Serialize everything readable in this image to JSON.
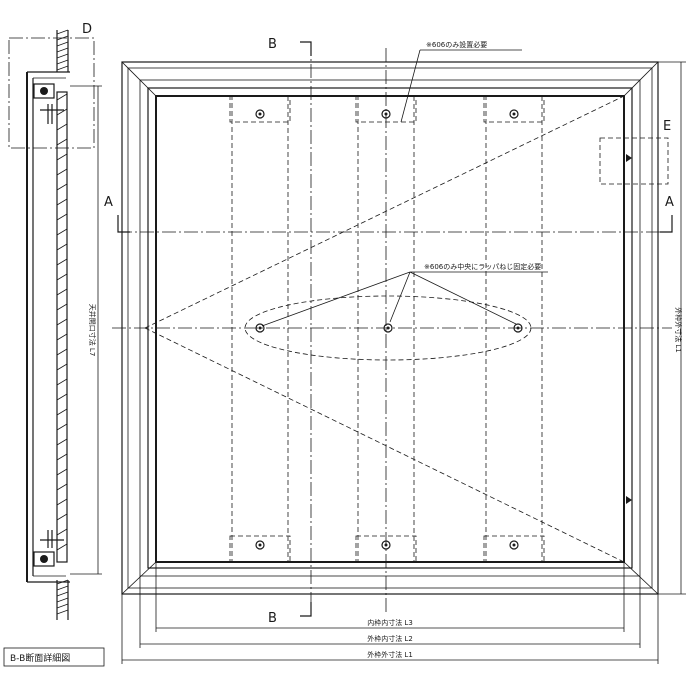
{
  "labels": {
    "section_d": "D",
    "section_b_top": "B",
    "section_b_bottom": "B",
    "section_a_left": "A",
    "section_a_right": "A",
    "section_e": "E"
  },
  "notes": {
    "note_606_install": "※606のみ設置必要",
    "note_606_center_screw": "※606のみ中央にラッパねじ固定必要"
  },
  "dimensions": {
    "inner_frame": "内枠内寸法 L3",
    "outer_frame_inner": "外枠内寸法 L2",
    "outer_frame_outer": "外枠外寸法 L1",
    "outer_vertical": "外枠外寸法 L1",
    "ceiling_opening": "天井開口寸法 L7"
  },
  "caption": "B-B断面詳細図"
}
